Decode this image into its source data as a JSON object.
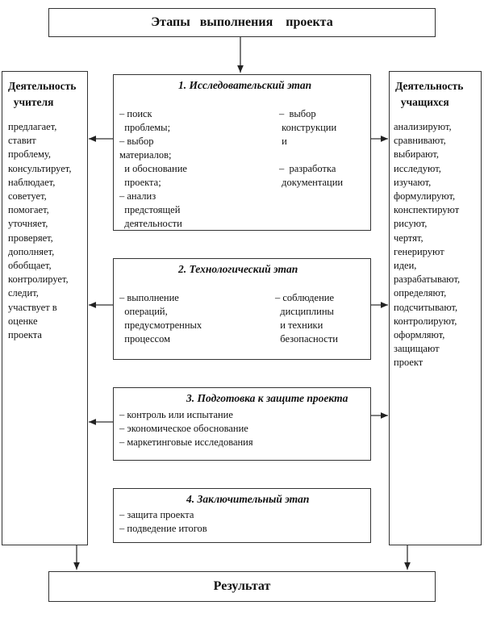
{
  "title": "Этапы   выполнения    проекта",
  "teacher": {
    "heading": "Деятельность\n  учителя",
    "items": "предлагает,\nставит\nпроблему,\nконсультирует,\nнаблюдает,\nсоветует,\nпомогает,\nуточняет,\nпроверяет,\nдополняет,\nобобщает,\nконтролирует,\nследит,\nучаствует в\nоценке\nпроекта"
  },
  "students": {
    "heading": "Деятельность\n  учащихся",
    "items": "анализируют,\nсравнивают,\nвыбирают,\nисследуют,\nизучают,\nформулируют,\nконспектируют\nрисуют,\nчертят,\nгенерируют\nидеи,\nразрабатывают,\nопределяют,\nподсчитывают,\nконтролируют,\nоформляют,\nзащищают\nпроект"
  },
  "stages": [
    {
      "heading": "1.   Исследовательский этап",
      "left": "– поиск\n  проблемы;\n– выбор\nматериалов;\n  и обоснование\n  проекта;\n– анализ\n  предстоящей\n  деятельности",
      "right": "–  выбор\n конструкции\n и\n\n–  разработка\n документации"
    },
    {
      "heading": "2.   Технологический этап",
      "left": "– выполнение\n  операций,\n  предусмотренных\n  процессом",
      "right": "– соблюдение\n  дисциплины\n  и техники\n  безопасности"
    },
    {
      "heading": "3. Подготовка к защите проекта",
      "left": "– контроль или испытание\n– экономическое обоснование\n– маркетинговые исследования"
    },
    {
      "heading": "4. Заключительный этап",
      "left": "– защита проекта\n– подведение итогов"
    }
  ],
  "result": "Результат"
}
